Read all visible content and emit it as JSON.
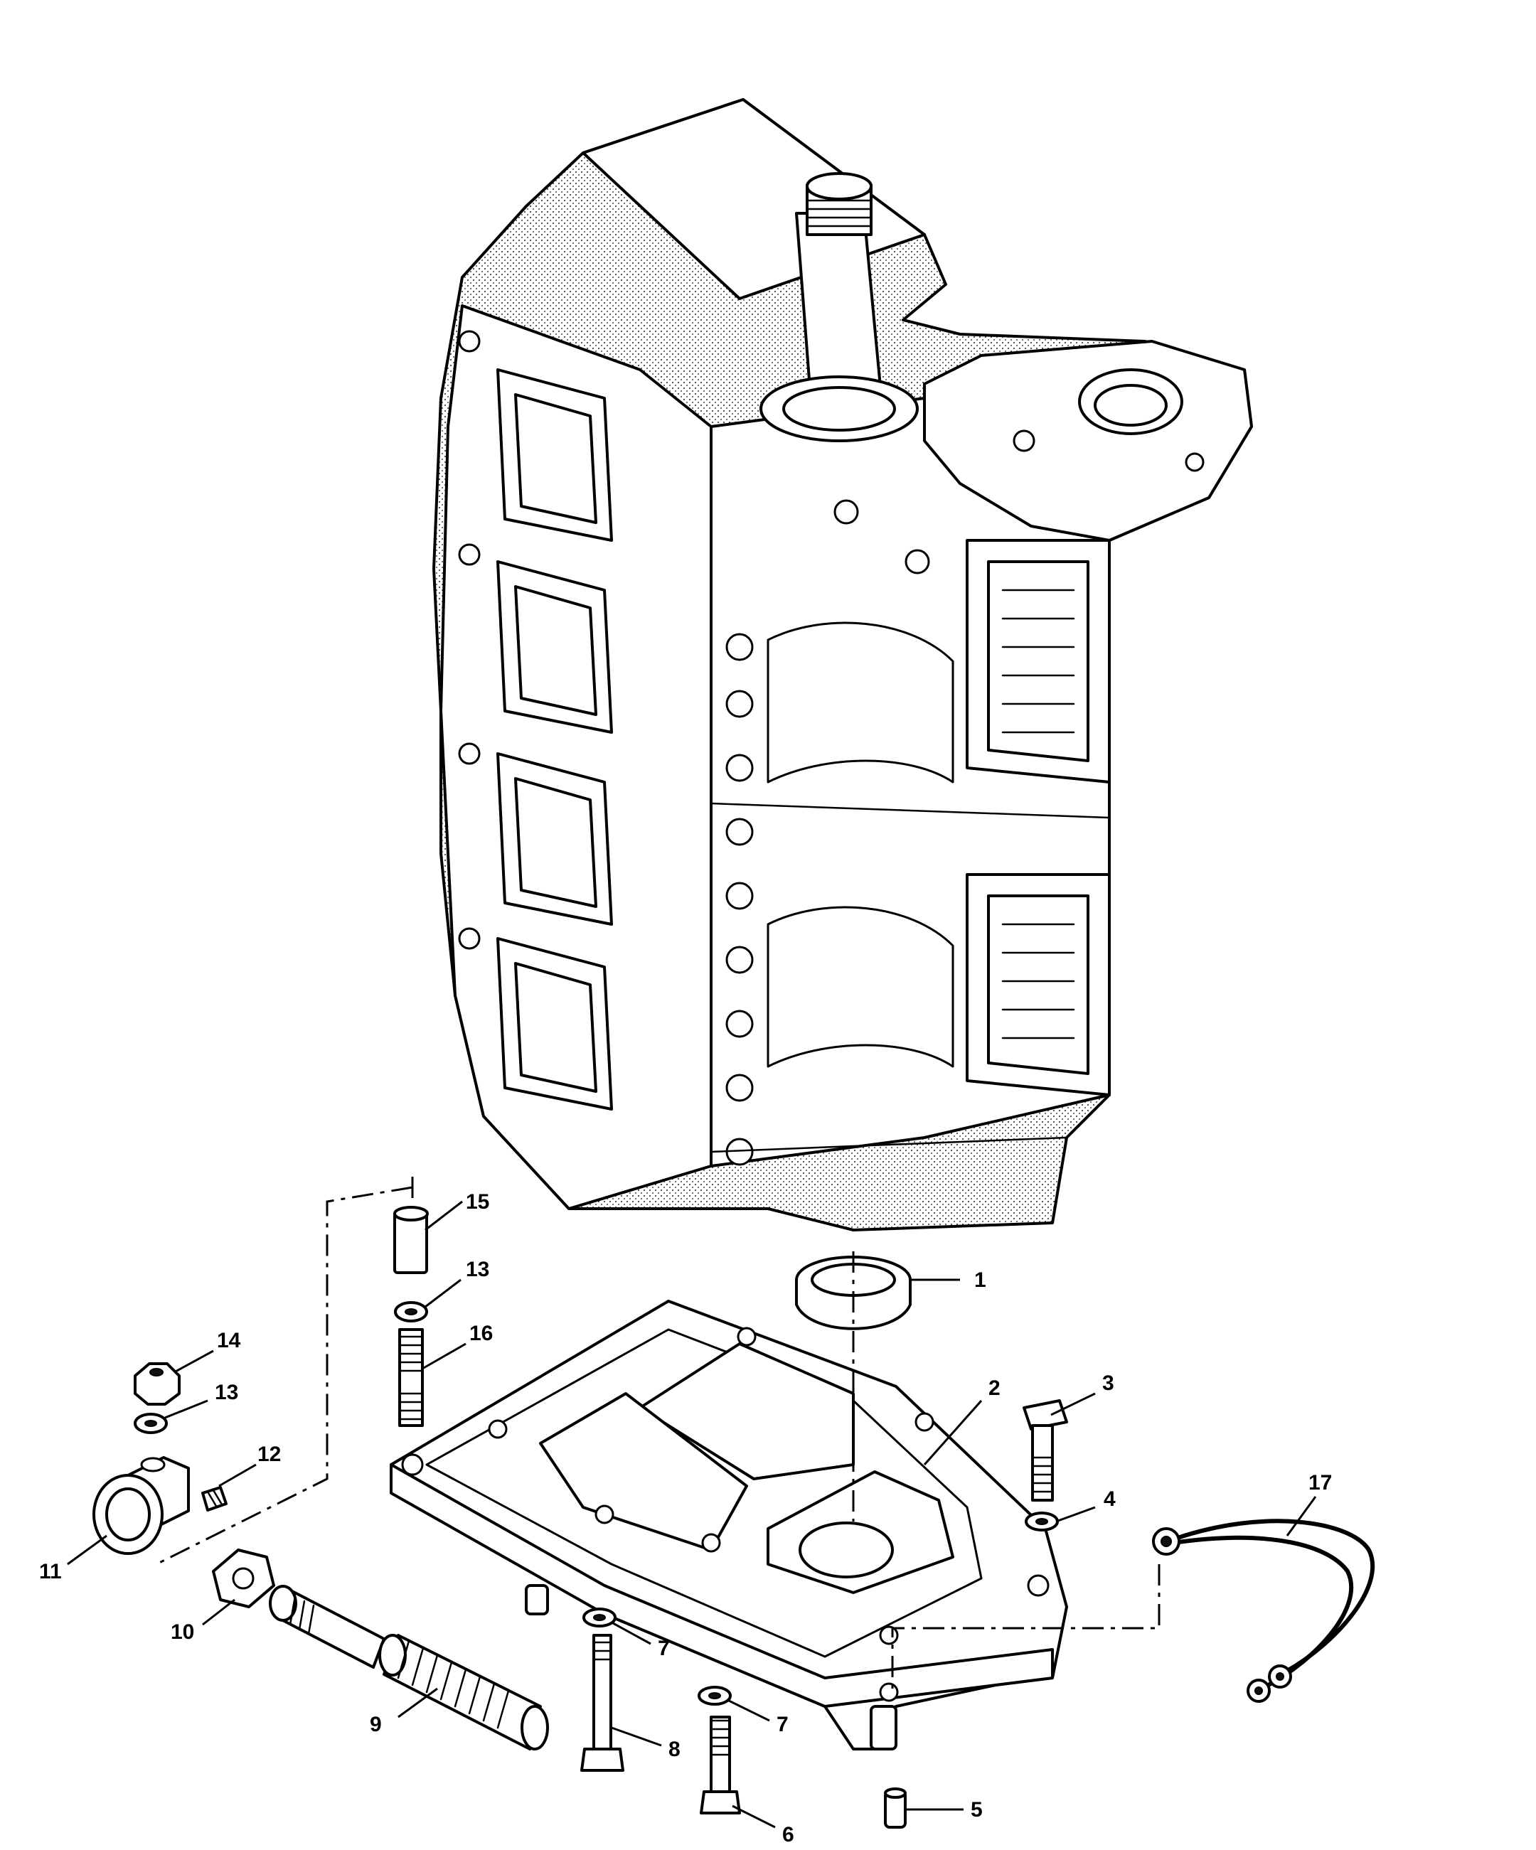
{
  "callouts": [
    {
      "id": "1",
      "label": "1"
    },
    {
      "id": "2",
      "label": "2"
    },
    {
      "id": "3",
      "label": "3"
    },
    {
      "id": "4",
      "label": "4"
    },
    {
      "id": "5",
      "label": "5"
    },
    {
      "id": "6",
      "label": "6"
    },
    {
      "id": "7a",
      "label": "7"
    },
    {
      "id": "7b",
      "label": "7"
    },
    {
      "id": "8",
      "label": "8"
    },
    {
      "id": "9",
      "label": "9"
    },
    {
      "id": "10",
      "label": "10"
    },
    {
      "id": "11",
      "label": "11"
    },
    {
      "id": "12",
      "label": "12"
    },
    {
      "id": "13a",
      "label": "13"
    },
    {
      "id": "13b",
      "label": "13"
    },
    {
      "id": "14",
      "label": "14"
    },
    {
      "id": "15",
      "label": "15"
    },
    {
      "id": "16",
      "label": "16"
    },
    {
      "id": "17",
      "label": "17"
    }
  ]
}
